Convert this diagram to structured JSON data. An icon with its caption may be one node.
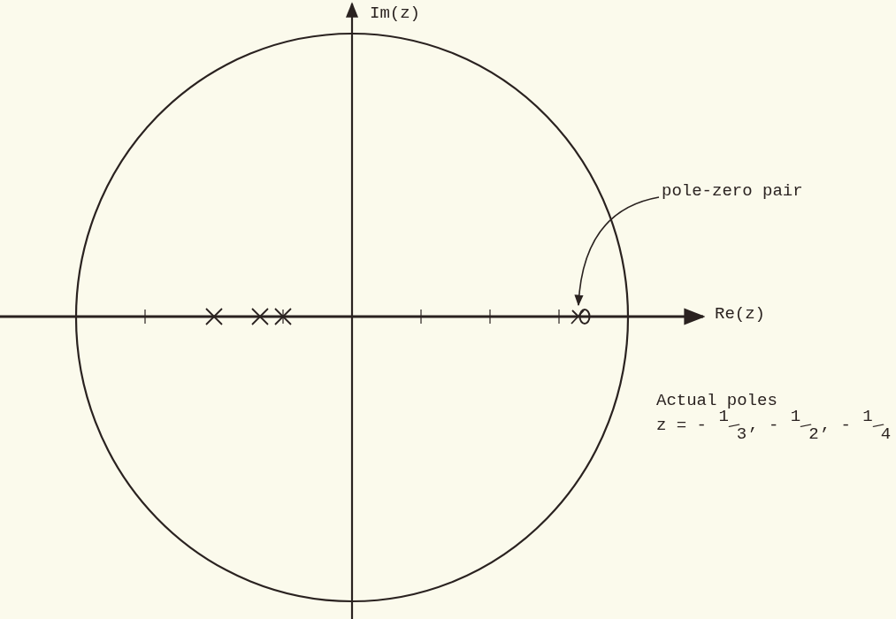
{
  "diagram": {
    "nodes": [
      {
        "text": [
          "pole-zero pair"
        ]
      },
      {
        "text": [],
        "shape": "circle"
      }
    ],
    "edges": [
      {
        "from": 0,
        "to": 1,
        "arrow": "to"
      }
    ],
    "labels": [
      "Im(z)",
      "Re(z)",
      "Actual poles",
      "z = - 1/3, - 1/2, - 1/4"
    ]
  }
}
